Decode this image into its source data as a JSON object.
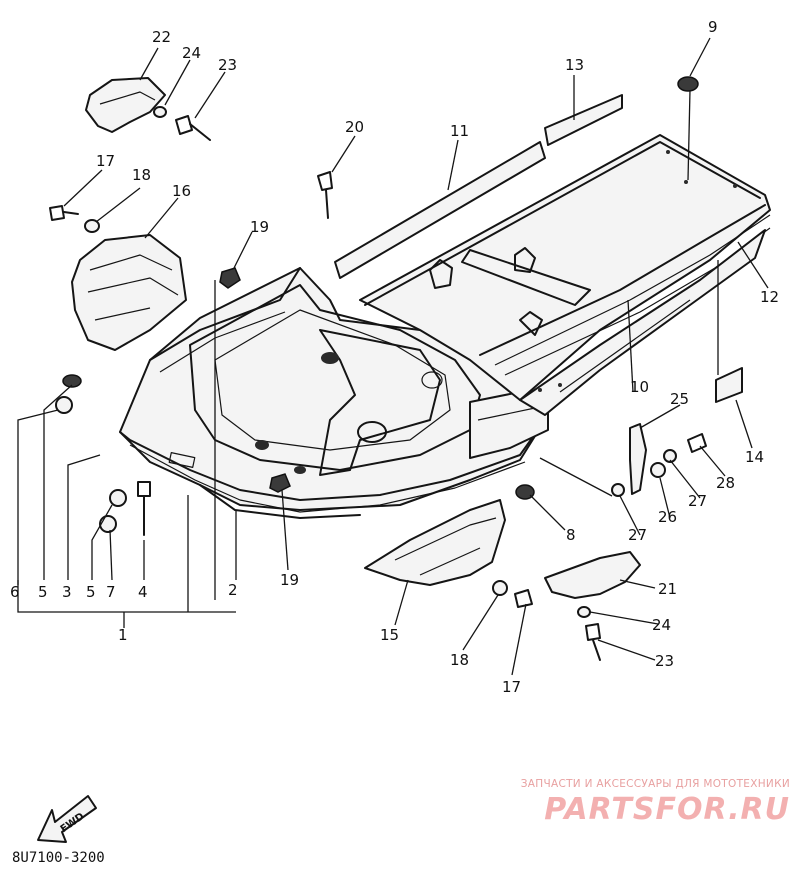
{
  "diagram": {
    "callouts": [
      "1",
      "2",
      "3",
      "4",
      "5",
      "5",
      "6",
      "7",
      "8",
      "9",
      "10",
      "11",
      "12",
      "13",
      "14",
      "15",
      "16",
      "17",
      "17",
      "18",
      "18",
      "19",
      "19",
      "20",
      "21",
      "22",
      "23",
      "23",
      "24",
      "24",
      "25",
      "26",
      "27",
      "27",
      "28"
    ],
    "drawing_code": "8U7100-3200",
    "fwd_label": "FWD"
  },
  "watermark": {
    "tagline": "ЗАПЧАСТИ И АКСЕССУАРЫ ДЛЯ МОТОТЕХНИКИ",
    "logo": "PARTSFOR.RU"
  }
}
